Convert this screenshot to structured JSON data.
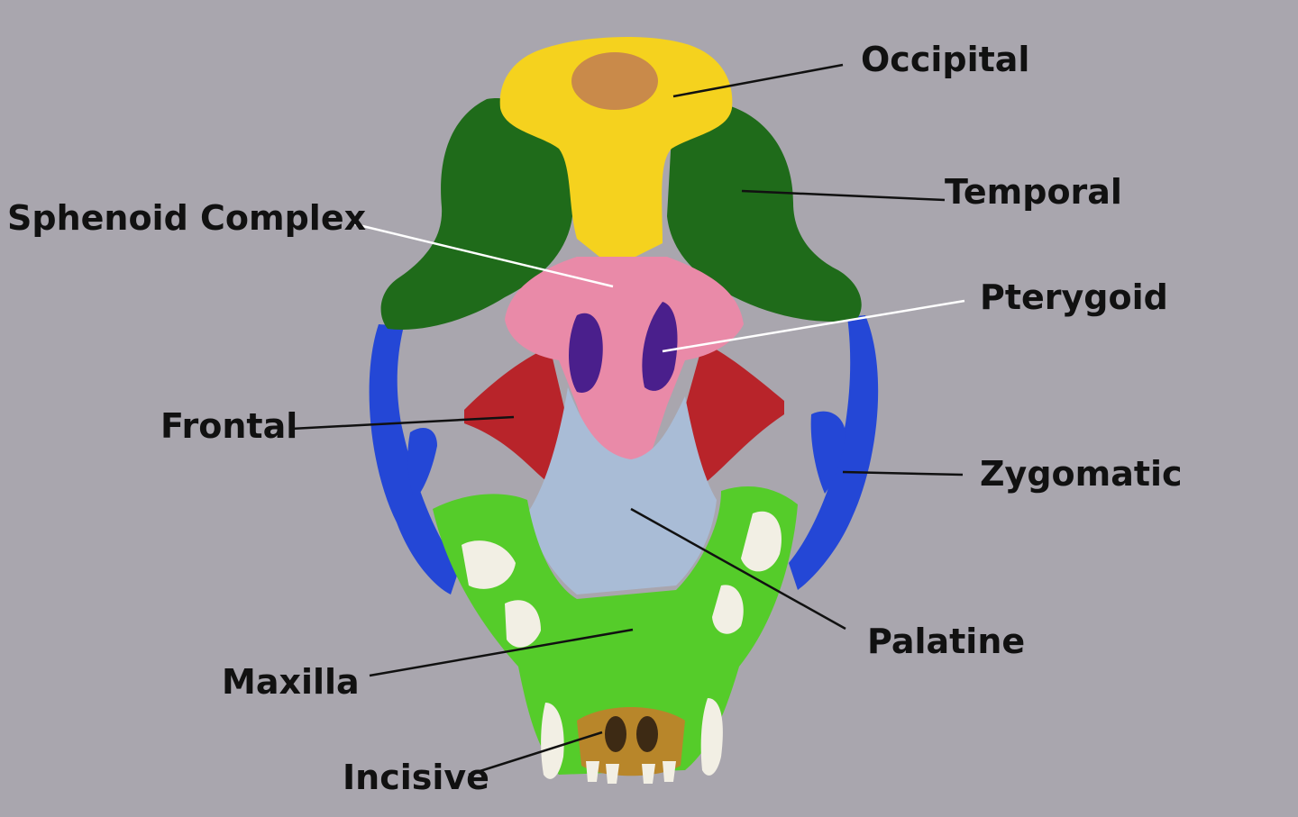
{
  "figure": {
    "background_color": "#a9a6ae",
    "subject": "skull-ventral-view"
  },
  "labels": {
    "occipital": "Occipital",
    "temporal": "Temporal",
    "sphenoid": "Sphenoid Complex",
    "pterygoid": "Pterygoid",
    "frontal": "Frontal",
    "zygomatic": "Zygomatic",
    "palatine": "Palatine",
    "maxilla": "Maxilla",
    "incisive": "Incisive"
  },
  "bone_colors": {
    "occipital": "#f5d21e",
    "temporal": "#1f6b1a",
    "sphenoid": "#e98aa8",
    "pterygoid": "#4a1f8c",
    "frontal": "#b8242a",
    "zygomatic": "#2447d6",
    "palatine": "#a9bcd6",
    "maxilla": "#55cc2a",
    "incisive": "#b8862a",
    "teeth": "#f2efe4"
  }
}
